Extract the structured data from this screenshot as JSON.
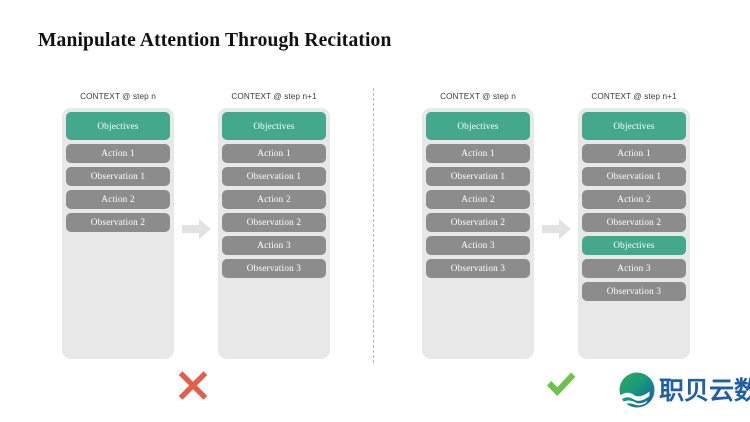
{
  "slide": {
    "title": "Manipulate Attention Through Recitation",
    "background_color": "#ffffff"
  },
  "colors": {
    "objective_green": "#44a98c",
    "block_gray": "#8c8c8c",
    "panel_gray": "#e8e8e8",
    "arrow_gray": "#e2e2e2",
    "cross_red": "#e2604a",
    "check_green": "#6cc24a",
    "logo_blue": "#1f5fa8",
    "divider_gray": "#b6b6b6",
    "title_black": "#11100f"
  },
  "groups": [
    {
      "id": "bad",
      "columns": [
        {
          "id": "bad-step-n",
          "header": "CONTEXT @ step n",
          "blocks": [
            {
              "label": "Objectives",
              "kind": "objective"
            },
            {
              "label": "Action 1",
              "kind": "normal"
            },
            {
              "label": "Observation 1",
              "kind": "normal"
            },
            {
              "label": "Action 2",
              "kind": "normal"
            },
            {
              "label": "Observation 2",
              "kind": "normal"
            }
          ]
        },
        {
          "id": "bad-step-n1",
          "header": "CONTEXT @ step n+1",
          "blocks": [
            {
              "label": "Objectives",
              "kind": "objective"
            },
            {
              "label": "Action 1",
              "kind": "normal"
            },
            {
              "label": "Observation 1",
              "kind": "normal"
            },
            {
              "label": "Action 2",
              "kind": "normal"
            },
            {
              "label": "Observation 2",
              "kind": "normal"
            },
            {
              "label": "Action 3",
              "kind": "normal"
            },
            {
              "label": "Observation 3",
              "kind": "normal"
            }
          ]
        }
      ],
      "arrow": "arrow-right-icon",
      "verdict": {
        "icon": "cross-icon",
        "meaning": "incorrect"
      }
    },
    {
      "id": "good",
      "columns": [
        {
          "id": "good-step-n",
          "header": "CONTEXT @ step n",
          "blocks": [
            {
              "label": "Objectives",
              "kind": "objective"
            },
            {
              "label": "Action 1",
              "kind": "normal"
            },
            {
              "label": "Observation 1",
              "kind": "normal"
            },
            {
              "label": "Action 2",
              "kind": "normal"
            },
            {
              "label": "Observation 2",
              "kind": "normal"
            },
            {
              "label": "Action 3",
              "kind": "normal"
            },
            {
              "label": "Observation 3",
              "kind": "normal"
            }
          ]
        },
        {
          "id": "good-step-n1",
          "header": "CONTEXT @ step n+1",
          "blocks": [
            {
              "label": "Objectives",
              "kind": "objective"
            },
            {
              "label": "Action 1",
              "kind": "normal"
            },
            {
              "label": "Observation 1",
              "kind": "normal"
            },
            {
              "label": "Action 2",
              "kind": "normal"
            },
            {
              "label": "Observation 2",
              "kind": "normal"
            },
            {
              "label": "Objectives",
              "kind": "objective"
            },
            {
              "label": "Action 3",
              "kind": "normal"
            },
            {
              "label": "Observation 3",
              "kind": "normal"
            }
          ]
        }
      ],
      "arrow": "arrow-right-icon",
      "verdict": {
        "icon": "check-icon",
        "meaning": "correct"
      }
    }
  ],
  "logo": {
    "text": "职贝云数",
    "mark": "wave-circle-logo-icon"
  }
}
